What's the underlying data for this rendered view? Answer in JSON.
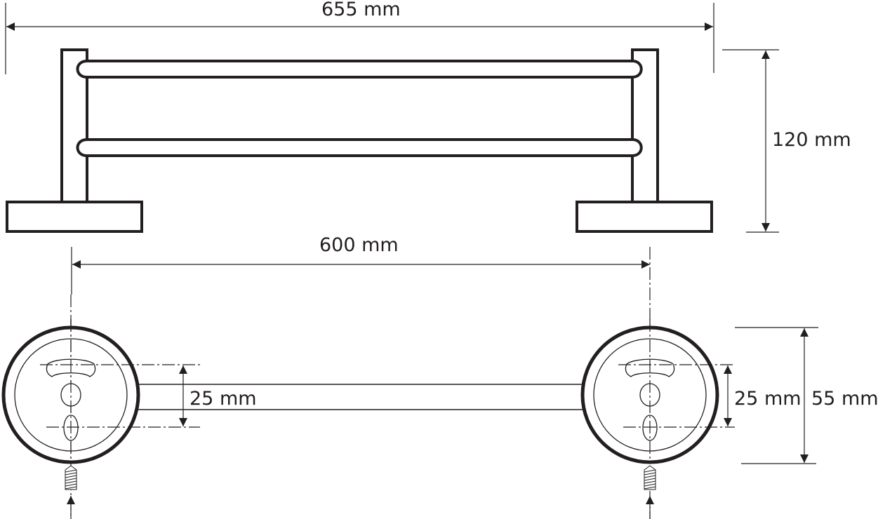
{
  "diagram": {
    "subject": "double towel rail technical drawing",
    "colors": {
      "line": "#231f20",
      "background": "#ffffff"
    },
    "views": {
      "front": {
        "name": "front-view"
      },
      "top": {
        "name": "top-view"
      }
    },
    "dimensions": {
      "overall_width": "655 mm",
      "height": "120 mm",
      "mounting_distance": "600 mm",
      "bar_diameter": "25 mm",
      "screw_hole_spacing": "25 mm",
      "base_diameter": "55 mm"
    }
  }
}
